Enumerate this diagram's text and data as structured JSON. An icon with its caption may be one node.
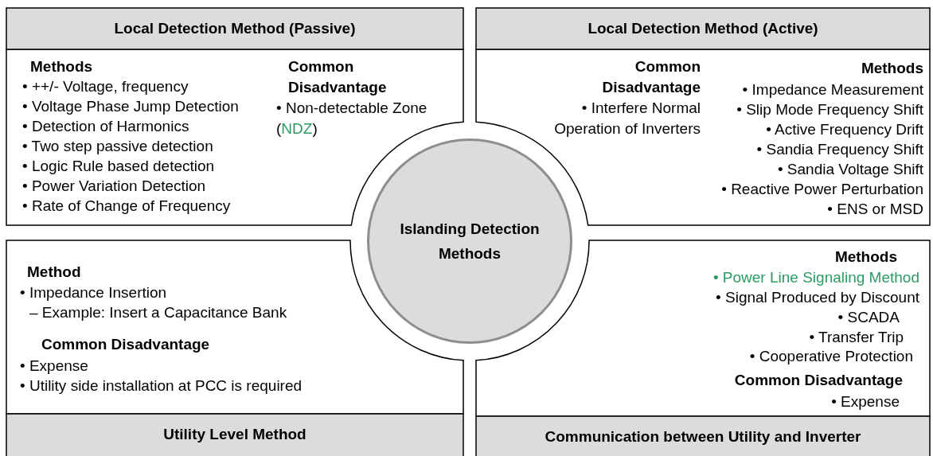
{
  "diagram": {
    "nodes": [
      {
        "text": [
          "Local Detection Method (Passive)",
          "Methods",
          "• ++/- Voltage, frequency",
          "• Voltage Phase Jump Detection",
          "• Detection of Harmonics",
          "• Two step passive detection",
          "• Logic Rule based detection",
          "• Power Variation Detection",
          "• Rate of Change of Frequency",
          "Common Disadvantage",
          "• Non-detectable Zone (NDZ)"
        ]
      },
      {
        "text": [
          "Local Detection Method (Active)",
          "Common Disadvantage",
          "• Interfere Normal Operation of Inverters",
          "Methods",
          "• Impedance Measurement",
          "• Slip Mode Frequency Shift",
          "• Active Frequency Drift",
          "• Sandia Frequency Shift",
          "• Sandia Voltage Shift",
          "• Reactive Power Perturbation",
          "• ENS or MSD"
        ]
      },
      {
        "text": [
          "Islanding Detection Methods"
        ]
      },
      {
        "text": [
          "Utility Level Method",
          "Method",
          "• Impedance Insertion",
          "– Example: Insert a Capacitance Bank",
          "Common Disadvantage",
          "• Expense",
          "• Utility side installation at PCC is required"
        ]
      },
      {
        "text": [
          "Communication between Utility and Inverter",
          "Methods",
          "• Power Line Signaling Method",
          "• Signal Produced by Discount",
          "• SCADA",
          "• Transfer Trip",
          "• Cooperative Protection",
          "Common Disadvantage",
          "• Expense"
        ]
      }
    ]
  }
}
